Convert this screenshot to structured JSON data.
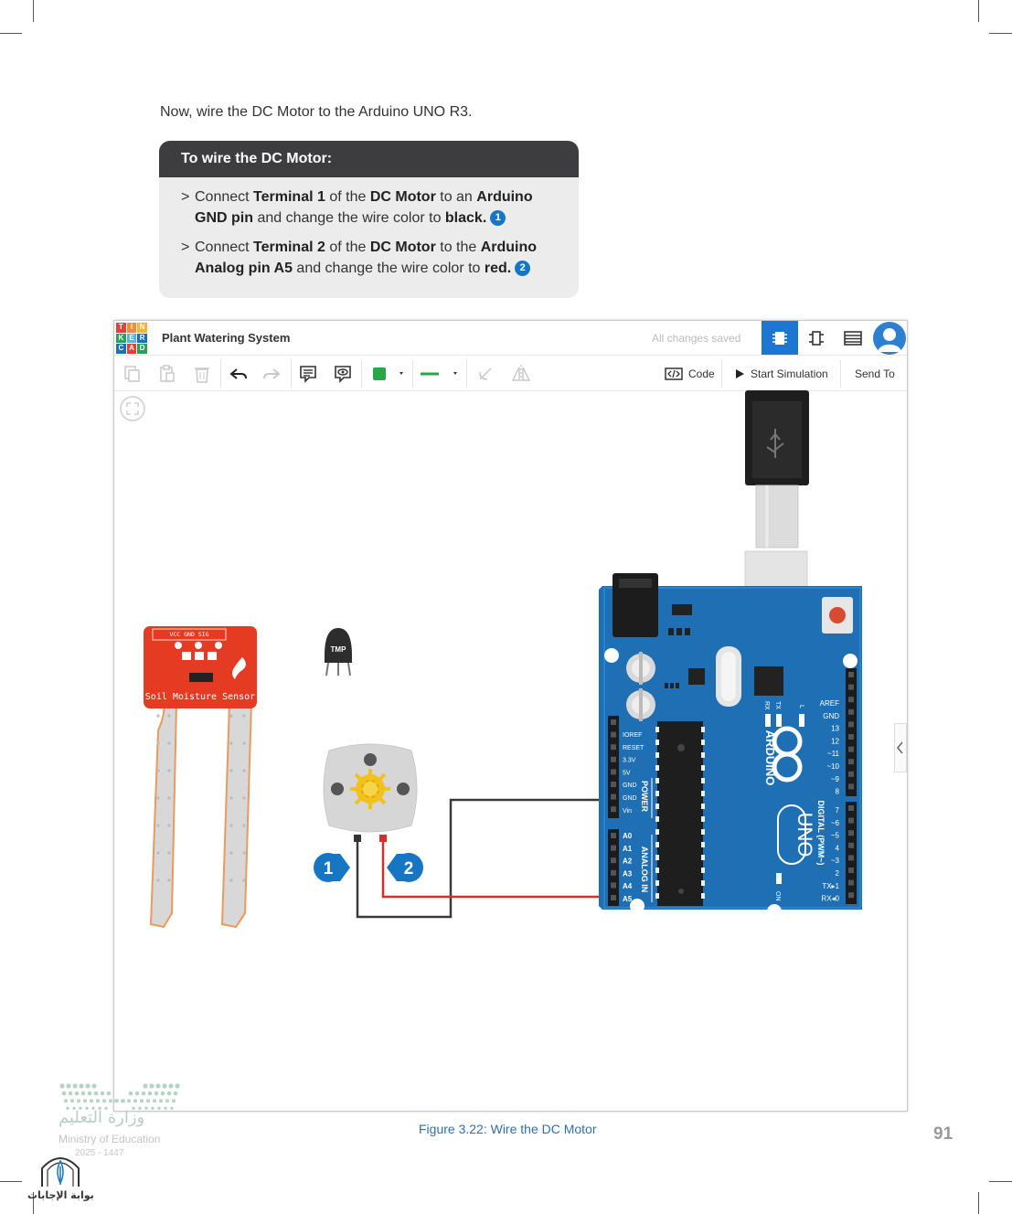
{
  "intro": "Now, wire the DC Motor to the Arduino UNO R3.",
  "instructions": {
    "heading": "To wire the DC Motor:",
    "step1": {
      "arrow": ">",
      "t1": "Connect ",
      "b1": "Terminal 1",
      "t2": " of the ",
      "b2": "DC Motor",
      "t3": " to an ",
      "b3": "Arduino",
      "b4": "GND pin",
      "t4": " and change the wire color to ",
      "b5": "black.",
      "badge": "1"
    },
    "step2": {
      "arrow": ">",
      "t1": "Connect ",
      "b1": "Terminal 2",
      "t2": " of the ",
      "b2": "DC Motor",
      "t3": " to the ",
      "b3": "Arduino",
      "b4": "Analog pin A5",
      "t4": " and change the wire color to ",
      "b5": "red.",
      "badge": "2"
    }
  },
  "app": {
    "logo_letters": [
      "T",
      "I",
      "N",
      "K",
      "E",
      "R",
      "C",
      "A",
      "D"
    ],
    "logo_colors": [
      "#e2422f",
      "#f38b3a",
      "#f2b632",
      "#2d9f5a",
      "#5bb1e1",
      "#1f6fb5",
      "#1f6fb5",
      "#e2422f",
      "#2d9f5a"
    ],
    "title": "Plant Watering System",
    "save_status": "All changes saved",
    "toolbar": {
      "code_label": "Code",
      "start_label": "Start Simulation",
      "send_label": "Send To",
      "fill_color": "#28a745",
      "line_color": "#28a745"
    },
    "canvas": {
      "sensor_pins": [
        "VCC",
        "GND",
        "SIG"
      ],
      "sensor_label": "Soil Moisture Sensor",
      "tmp_label": "TMP",
      "callouts": [
        "1",
        "2"
      ],
      "wire_colors": {
        "gnd": "#3a3a3a",
        "a5": "#d32f2f"
      },
      "arduino": {
        "power_pins": [
          "IOREF",
          "RESET",
          "3.3V",
          "5V",
          "GND",
          "GND",
          "Vin"
        ],
        "power_label": "POWER",
        "analog_pins": [
          "A0",
          "A1",
          "A2",
          "A3",
          "A4",
          "A5"
        ],
        "analog_label": "ANALOG IN",
        "digital_pins": [
          "AREF",
          "GND",
          "13",
          "12",
          "~11",
          "~10",
          "~9",
          "8",
          "7",
          "~6",
          "~5",
          "4",
          "~3",
          "2",
          "TX▸1",
          "RX◂0"
        ],
        "digital_label": "DIGITAL (PWM~)",
        "brand": "ARDUINO",
        "model": "UNO",
        "rx": "RX",
        "tx": "TX",
        "l": "L",
        "on": "ON"
      }
    }
  },
  "caption": "Figure 3.22: Wire the DC Motor",
  "page_number": "91",
  "watermark": {
    "arabic": "وزارة التعليم",
    "english": "Ministry of Education",
    "year": "2025 - 1447",
    "site": "بوابة الإجابات"
  }
}
